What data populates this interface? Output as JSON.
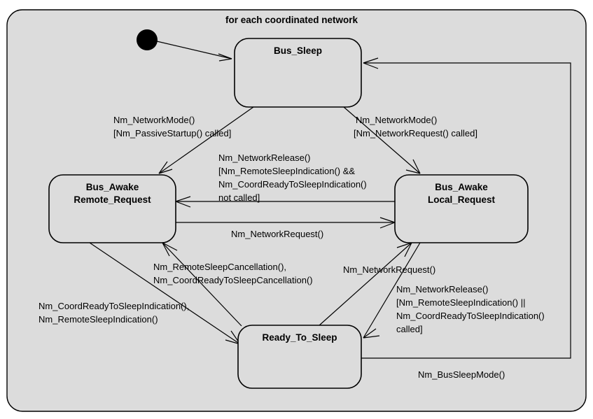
{
  "frame": {
    "title": "for each coordinated network",
    "background_color": "#dcdcdc",
    "border_color": "#000000",
    "page_background": "#ffffff"
  },
  "states": [
    {
      "id": "bus-sleep",
      "line1": "Bus_Sleep",
      "line2": ""
    },
    {
      "id": "bus-awake-remote-request",
      "line1": "Bus_Awake",
      "line2": "Remote_Request"
    },
    {
      "id": "bus-awake-local-request",
      "line1": "Bus_Awake",
      "line2": "Local_Request"
    },
    {
      "id": "ready-to-sleep",
      "line1": "Ready_To_Sleep",
      "line2": ""
    }
  ],
  "initial_node": {
    "name": "initial-pseudostate",
    "color": "#000000"
  },
  "transitions": [
    {
      "id": "init-to-bus-sleep",
      "from": "initial-pseudostate",
      "to": "bus-sleep",
      "label_lines": []
    },
    {
      "id": "bus-sleep-to-remote-request",
      "from": "bus-sleep",
      "to": "bus-awake-remote-request",
      "label_lines": [
        "Nm_NetworkMode()",
        "[Nm_PassiveStartup() called]"
      ]
    },
    {
      "id": "bus-sleep-to-local-request",
      "from": "bus-sleep",
      "to": "bus-awake-local-request",
      "label_lines": [
        "Nm_NetworkMode()",
        "[Nm_NetworkRequest() called]"
      ]
    },
    {
      "id": "local-request-to-remote-request",
      "from": "bus-awake-local-request",
      "to": "bus-awake-remote-request",
      "label_lines": [
        "Nm_NetworkRelease()",
        "[Nm_RemoteSleepIndication() &&",
        "Nm_CoordReadyToSleepIndication()",
        "not called]"
      ]
    },
    {
      "id": "remote-request-to-local-request",
      "from": "bus-awake-remote-request",
      "to": "bus-awake-local-request",
      "label_lines": [
        "Nm_NetworkRequest()"
      ]
    },
    {
      "id": "ready-to-sleep-to-remote-request",
      "from": "ready-to-sleep",
      "to": "bus-awake-remote-request",
      "label_lines": [
        "Nm_RemoteSleepCancellation(),",
        "Nm_CoordReadyToSleepCancellation()"
      ]
    },
    {
      "id": "remote-request-to-ready-to-sleep",
      "from": "bus-awake-remote-request",
      "to": "ready-to-sleep",
      "label_lines": [
        "Nm_CoordReadyToSleepIndication(),",
        "Nm_RemoteSleepIndication()"
      ]
    },
    {
      "id": "ready-to-sleep-to-local-request",
      "from": "ready-to-sleep",
      "to": "bus-awake-local-request",
      "label_lines": [
        "Nm_NetworkRequest()"
      ]
    },
    {
      "id": "local-request-to-ready-to-sleep",
      "from": "bus-awake-local-request",
      "to": "ready-to-sleep",
      "label_lines": [
        "Nm_NetworkRelease()",
        "[Nm_RemoteSleepIndication() ||",
        "Nm_CoordReadyToSleepIndication()",
        "called]"
      ]
    },
    {
      "id": "ready-to-sleep-to-bus-sleep",
      "from": "ready-to-sleep",
      "to": "bus-sleep",
      "label_lines": [
        "Nm_BusSleepMode()"
      ]
    }
  ]
}
